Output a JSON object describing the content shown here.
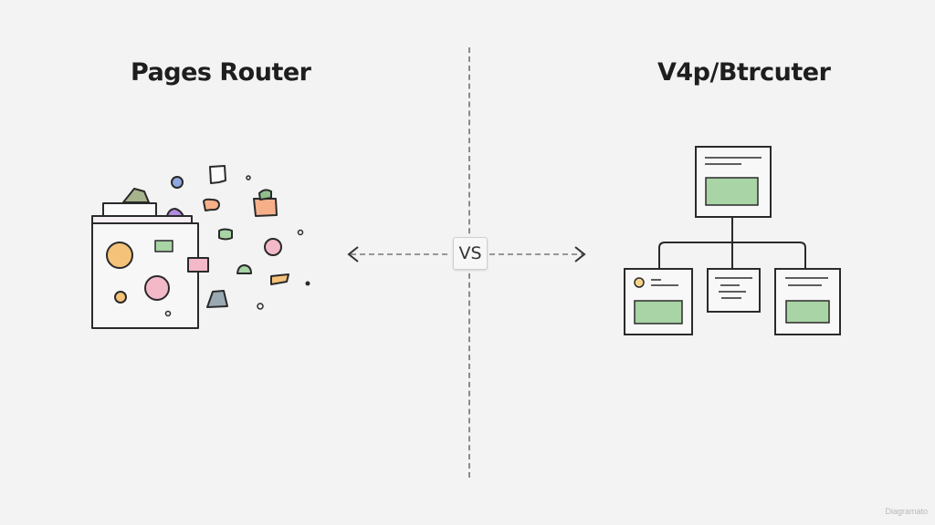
{
  "left": {
    "title": "Pages Router",
    "illustration": "folder-with-scattered-shapes-icon"
  },
  "right": {
    "title": "V4p/Btrcuter",
    "illustration": "hierarchical-page-tree-icon"
  },
  "center": {
    "label": "VS",
    "arrows": [
      "arrow-left-icon",
      "arrow-right-icon"
    ]
  },
  "colors": {
    "green": "#a9d4a6",
    "pink": "#f3b9c8",
    "orange": "#f5c27a",
    "blue": "#8fa8e0",
    "purple": "#b08be0",
    "outline": "#2a2a2a"
  },
  "watermark": "Diagramato"
}
